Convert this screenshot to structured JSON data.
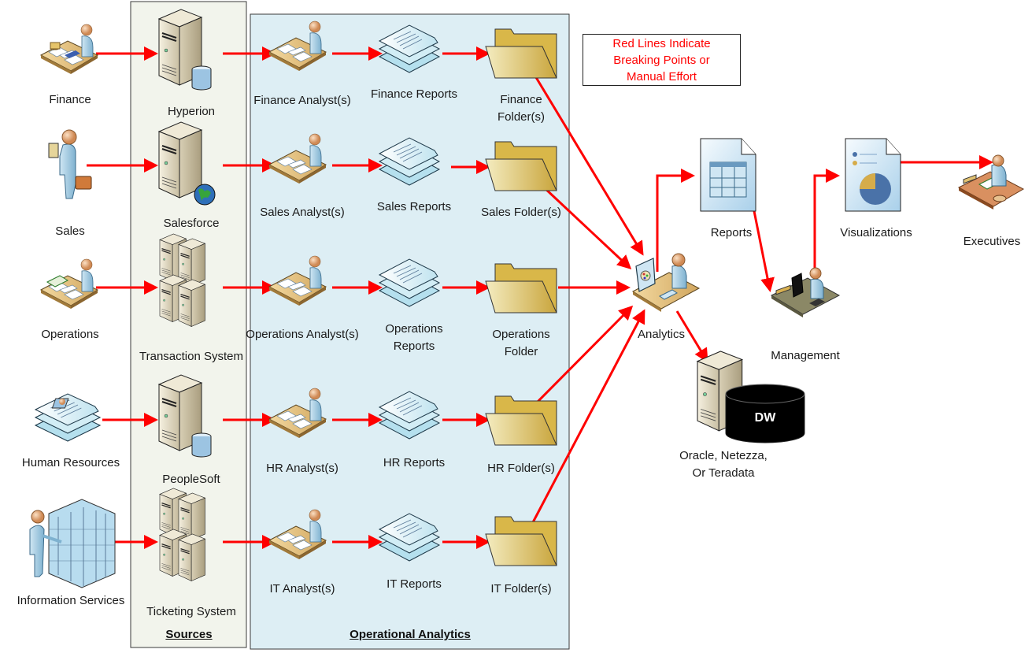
{
  "legend": {
    "lines": [
      "Red Lines Indicate",
      "Breaking Points or",
      "Manual Effort"
    ],
    "color": "#ff0000"
  },
  "groups": {
    "sources": {
      "title": "Sources",
      "fill": "#f2f4ec"
    },
    "operational": {
      "title": "Operational Analytics",
      "fill": "#ddeef4"
    }
  },
  "colors": {
    "arrow": "#ff0000",
    "border": "#3a3a3a"
  },
  "departments": [
    {
      "id": "finance",
      "label": "Finance",
      "icon": "finance-person-at-desk-icon"
    },
    {
      "id": "sales",
      "label": "Sales",
      "icon": "sales-person-with-briefcase-icon"
    },
    {
      "id": "operations",
      "label": "Operations",
      "icon": "operations-person-at-desk-icon"
    },
    {
      "id": "hr",
      "label": "Human Resources",
      "icon": "hr-documents-icon"
    },
    {
      "id": "is",
      "label": "Information Services",
      "icon": "person-at-server-rack-icon"
    }
  ],
  "sources": [
    {
      "id": "hyperion",
      "label": "Hyperion",
      "icon": "database-server-icon"
    },
    {
      "id": "salesforce",
      "label": "Salesforce",
      "icon": "web-server-icon"
    },
    {
      "id": "transaction",
      "label": "Transaction System",
      "icon": "server-cluster-icon"
    },
    {
      "id": "peoplesoft",
      "label": "PeopleSoft",
      "icon": "database-server-icon"
    },
    {
      "id": "ticketing",
      "label": "Ticketing System",
      "icon": "server-cluster-icon"
    }
  ],
  "analysts": [
    {
      "label": "Finance Analyst(s)"
    },
    {
      "label": "Sales Analyst(s)"
    },
    {
      "label": "Operations Analyst(s)"
    },
    {
      "label": "HR Analyst(s)"
    },
    {
      "label": "IT Analyst(s)"
    }
  ],
  "reports": [
    {
      "lines": [
        "Finance Reports"
      ]
    },
    {
      "lines": [
        "Sales Reports"
      ]
    },
    {
      "lines": [
        "Operations",
        "Reports"
      ]
    },
    {
      "lines": [
        "HR Reports"
      ]
    },
    {
      "lines": [
        "IT Reports"
      ]
    }
  ],
  "folders": [
    {
      "lines": [
        "Finance",
        "Folder(s)"
      ]
    },
    {
      "lines": [
        "Sales Folder(s)"
      ]
    },
    {
      "lines": [
        "Operations",
        "Folder"
      ]
    },
    {
      "lines": [
        "HR Folder(s)"
      ]
    },
    {
      "lines": [
        "IT Folder(s)"
      ]
    }
  ],
  "downstream": {
    "analytics": "Analytics",
    "reports": "Reports",
    "management": "Management",
    "visualizations": "Visualizations",
    "executives": "Executives",
    "warehouse": {
      "badge": "DW",
      "lines": [
        "Oracle, Netezza,",
        "Or Teradata"
      ]
    }
  }
}
